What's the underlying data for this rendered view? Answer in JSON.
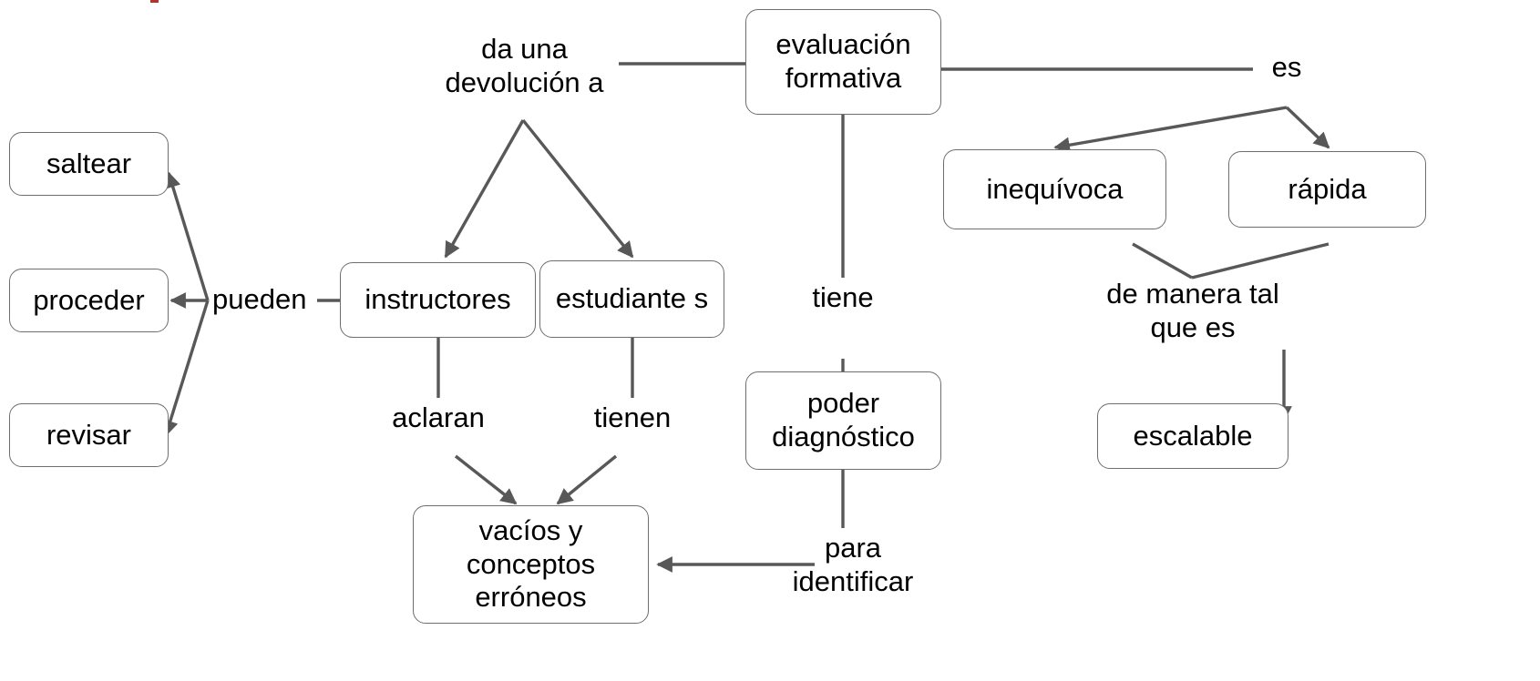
{
  "diagram": {
    "title": "evaluación formativa",
    "type": "concept-map",
    "language": "es",
    "colors": {
      "node_border": "#6e6e6e",
      "node_fill": "#ffffff",
      "edge": "#585858",
      "text": "#000000",
      "background": "#ffffff",
      "fleck": "#b3322c"
    },
    "nodes": [
      {
        "id": "evaluacion-formativa",
        "label": "evaluación\nformativa"
      },
      {
        "id": "saltear",
        "label": "saltear"
      },
      {
        "id": "proceder",
        "label": "proceder"
      },
      {
        "id": "revisar",
        "label": "revisar"
      },
      {
        "id": "instructores",
        "label": "instructores"
      },
      {
        "id": "estudiantes",
        "label": "estudiante\ns"
      },
      {
        "id": "vacios-conceptos-erroneos",
        "label": "vacíos y\nconceptos\nerróneos"
      },
      {
        "id": "poder-diagnostico",
        "label": "poder\ndiagnóstico"
      },
      {
        "id": "inequivoca",
        "label": "inequívoca"
      },
      {
        "id": "rapida",
        "label": "rápida"
      },
      {
        "id": "escalable",
        "label": "escalable"
      }
    ],
    "link_labels": [
      {
        "id": "da-una-devolucion-a",
        "label": "da una\ndevolución a"
      },
      {
        "id": "pueden",
        "label": "pueden"
      },
      {
        "id": "aclaran",
        "label": "aclaran"
      },
      {
        "id": "tienen",
        "label": "tienen"
      },
      {
        "id": "tiene",
        "label": "tiene"
      },
      {
        "id": "para-identificar",
        "label": "para\nidentificar"
      },
      {
        "id": "es",
        "label": "es"
      },
      {
        "id": "de-manera-tal-que-es",
        "label": "de manera tal\nque es"
      }
    ],
    "propositions": [
      "evaluación formativa — da una devolución a → instructores",
      "evaluación formativa — da una devolución a → estudiantes",
      "instructores — pueden → saltear",
      "instructores — pueden → proceder",
      "instructores — pueden → revisar",
      "instructores — aclaran → vacíos y conceptos erróneos",
      "estudiantes — tienen → vacíos y conceptos erróneos",
      "evaluación formativa — tiene → poder diagnóstico",
      "poder diagnóstico — para identificar → vacíos y conceptos erróneos",
      "evaluación formativa — es → inequívoca",
      "evaluación formativa — es → rápida",
      "inequívoca / rápida — de manera tal que es → escalable"
    ]
  }
}
